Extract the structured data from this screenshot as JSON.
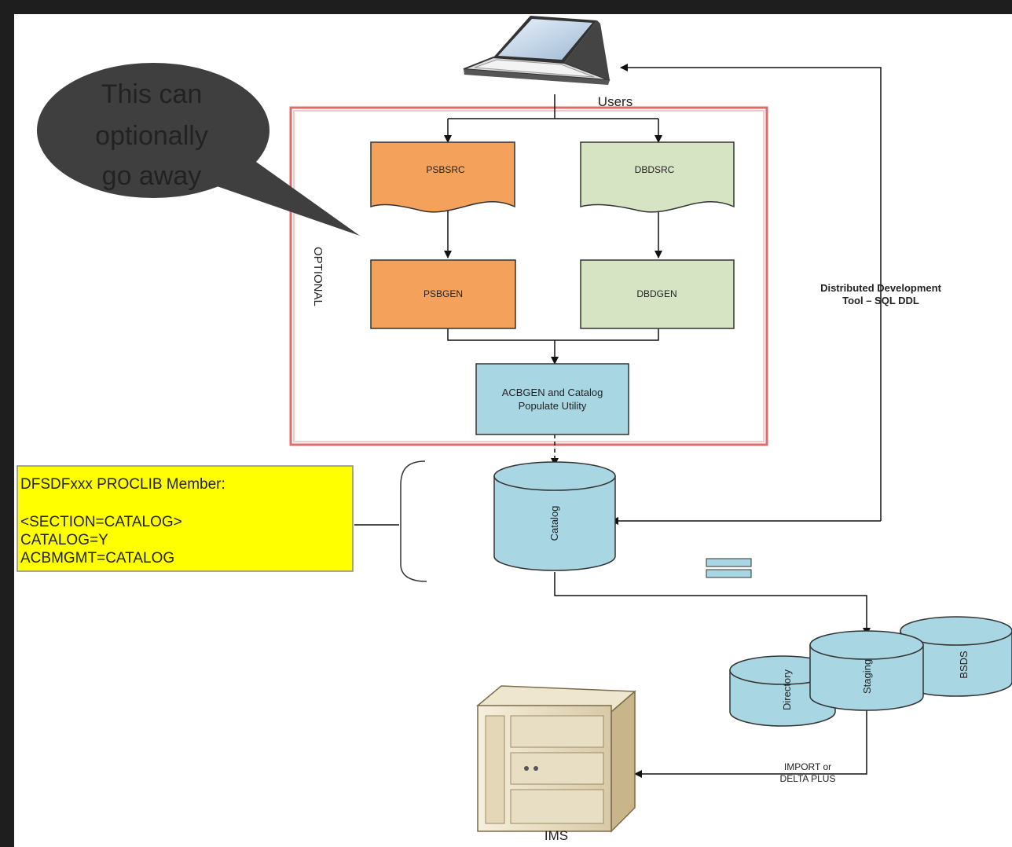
{
  "callout": {
    "lines": [
      "This can",
      "optionally",
      "go away"
    ]
  },
  "optional_box": {
    "label": "OPTIONAL",
    "border_color": "#e06b6b"
  },
  "users": {
    "label": "Users"
  },
  "nodes": {
    "psbsrc": {
      "label": "PSBSRC",
      "color": "#f4a15c"
    },
    "dbdsrc": {
      "label": "DBDSRC",
      "color": "#d6e4c4"
    },
    "psbgen": {
      "label": "PSBGEN",
      "color": "#f4a15c"
    },
    "dbdgen": {
      "label": "DBDGEN",
      "color": "#d6e4c4"
    },
    "acbgen": {
      "lines": [
        "ACBGEN and Catalog",
        "Populate Utility"
      ],
      "color": "#a9d6e3"
    },
    "catalog": {
      "label": "Catalog",
      "color": "#a9d6e3"
    },
    "directory": {
      "label": "Directory"
    },
    "staging": {
      "label": "Staging"
    },
    "bsds": {
      "label": "BSDS"
    },
    "ims": {
      "label": "IMS"
    }
  },
  "ddt": {
    "lines": [
      "Distributed Development",
      "Tool – SQL DDL"
    ]
  },
  "import": {
    "lines": [
      "IMPORT or",
      "DELTA PLUS"
    ]
  },
  "proclib": {
    "lines": [
      "DFSDFxxx PROCLIB Member:",
      "",
      "<SECTION=CATALOG>",
      "CATALOG=Y",
      "ACBMGMT=CATALOG"
    ],
    "color": "#ffff00"
  }
}
